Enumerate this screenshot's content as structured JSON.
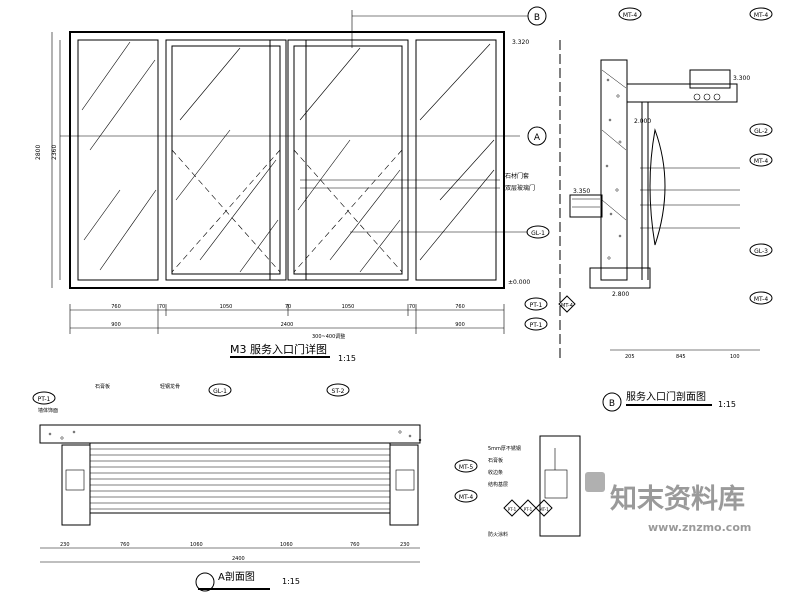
{
  "views": {
    "elevation": {
      "title": "M3 服务入口门详图",
      "scale": "1:15"
    },
    "section_a": {
      "title": "A剖面图",
      "scale": "1:15",
      "marker": "A"
    },
    "section_side": {
      "title": "服务入口门剖面图",
      "scale": "1:15",
      "marker": "B"
    }
  },
  "elevation_dims": {
    "bottom_row": [
      "900",
      "2400",
      "900"
    ],
    "top_row": [
      "760",
      "70",
      "1050",
      "70",
      "1050",
      "70",
      "760"
    ],
    "left": [
      "2800",
      "2360"
    ],
    "levels": [
      "±0.000",
      "3.320"
    ],
    "markers": [
      "B",
      "A"
    ],
    "callouts": [
      "GL-1",
      "双层玻璃门",
      "石材门套"
    ],
    "note": "300~400调整"
  },
  "section_a_labels": {
    "left": [
      "PT-1",
      "墙体饰面"
    ],
    "top": [
      "石膏板",
      "GL-1",
      "ST-2",
      "轻钢龙骨"
    ],
    "right": [
      "MT-4",
      "MT-5"
    ],
    "dims": [
      "230",
      "760",
      "1060",
      "1060",
      "760",
      "230",
      "2400"
    ]
  },
  "section_side_labels": {
    "tags": [
      "B",
      "MT-4",
      "MT-4",
      "GL-2",
      "MT-4",
      "GL-3",
      "MT-4",
      "PT-1",
      "PT-1",
      "MT-4"
    ],
    "levels": [
      "3.350",
      "3.300",
      "2.000",
      "2.800"
    ],
    "dims": [
      "205",
      "845",
      "100"
    ]
  },
  "detail_labels": [
    "PT-1",
    "PT-1",
    "MT-1",
    "5mm厚不锈钢",
    "石膏板",
    "收边条",
    "结构基层",
    "防火涂料"
  ],
  "watermark": {
    "cn": "知末资料库",
    "url": "www.znzmo.com"
  }
}
